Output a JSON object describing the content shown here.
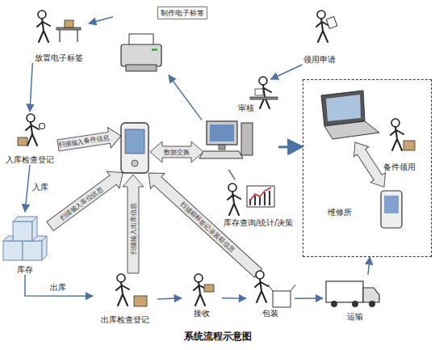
{
  "diagram": {
    "caption": "系统流程示意图",
    "nodes": [
      {
        "text": [
          "制作电子标签"
        ]
      },
      {
        "text": [
          "放置电子标签"
        ]
      },
      {
        "text": [
          "领用申请"
        ]
      },
      {
        "text": [
          "审核"
        ]
      },
      {
        "text": [
          "入库检查登记"
        ]
      },
      {
        "text": [
          "库存"
        ]
      },
      {
        "text": [
          "出库检查登记"
        ]
      },
      {
        "text": [
          "接收"
        ]
      },
      {
        "text": [
          "包装"
        ]
      },
      {
        "text": [
          "运输"
        ]
      },
      {
        "text": [
          "库存查询/统计/决策"
        ]
      },
      {
        "text": [
          "维修所"
        ]
      },
      {
        "text": [
          "备件领用"
        ],
        "in": 11
      }
    ],
    "edges": [
      {
        "from": 0,
        "to": 1,
        "arrow": "to"
      },
      {
        "from": 1,
        "to": 4,
        "arrow": "to"
      },
      {
        "from": 4,
        "to": 5,
        "label": "入库",
        "arrow": "to"
      },
      {
        "from": 5,
        "to": 6,
        "label": "出库",
        "arrow": "to"
      },
      {
        "from": 6,
        "to": 7,
        "arrow": "to"
      },
      {
        "from": 7,
        "to": 8,
        "arrow": "to"
      },
      {
        "from": 8,
        "to": 9,
        "arrow": "to"
      },
      {
        "from": 9,
        "to": 11,
        "arrow": "to"
      },
      {
        "from": 2,
        "to": 3,
        "arrow": "to"
      },
      {
        "from": 3,
        "to": 0,
        "arrow": "to"
      },
      {
        "from": 3,
        "to": 11,
        "arrow": "to"
      },
      {
        "from": 3,
        "to": 10,
        "arrow": "none"
      }
    ],
    "labels": [
      "扫描输入备件信息",
      "数据交换",
      "扫描输入库位信息",
      "扫描输入出库信息",
      "扫描箱标签记录装箱信息"
    ]
  }
}
